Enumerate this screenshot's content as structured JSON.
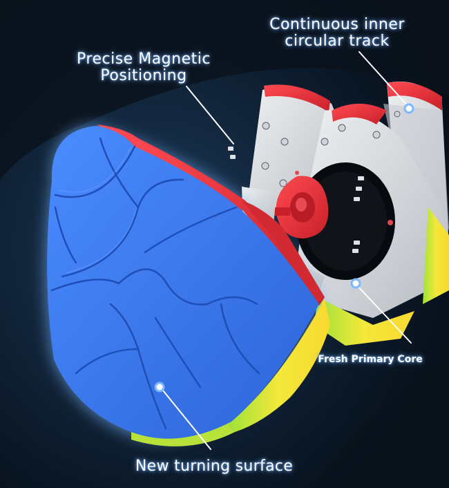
{
  "callouts": {
    "precise": {
      "line1": "Precise Magnetic",
      "line2": "Positioning"
    },
    "continuous": {
      "line1": "Continuous inner",
      "line2": "circular track"
    },
    "core": {
      "text": "Fresh Primary Core"
    },
    "surface": {
      "text": "New turning surface"
    }
  },
  "colors": {
    "background": "#0a1420",
    "blue_face": "#3a78f0",
    "red_edge": "#e8343c",
    "yellow_face": "#f4e23a",
    "green_face": "#8cdc3a",
    "inner_plastic": "#d9dde0",
    "core_red": "#d8242c",
    "glow": "#7ab8ff"
  }
}
